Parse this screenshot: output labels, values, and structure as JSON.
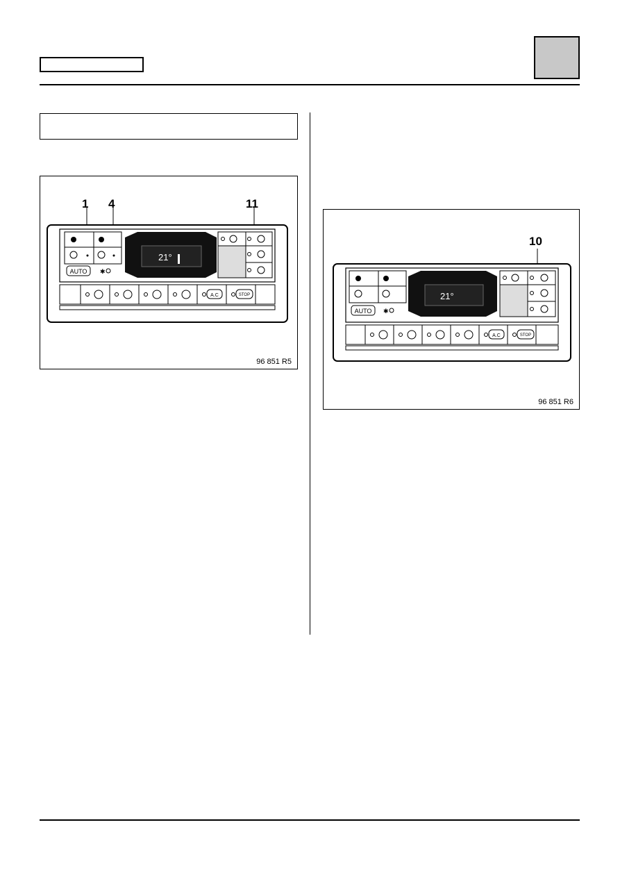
{
  "figures": [
    {
      "reference": "96 851 R5",
      "display_text": "21°",
      "auto_label": "AUTO",
      "ac_label": "A.C",
      "stop_label": "STOP",
      "callouts": [
        "1",
        "4",
        "11"
      ]
    },
    {
      "reference": "96 851 R6",
      "display_text": "21°",
      "auto_label": "AUTO",
      "ac_label": "A.C",
      "stop_label": "STOP",
      "callouts": [
        "10"
      ]
    }
  ]
}
